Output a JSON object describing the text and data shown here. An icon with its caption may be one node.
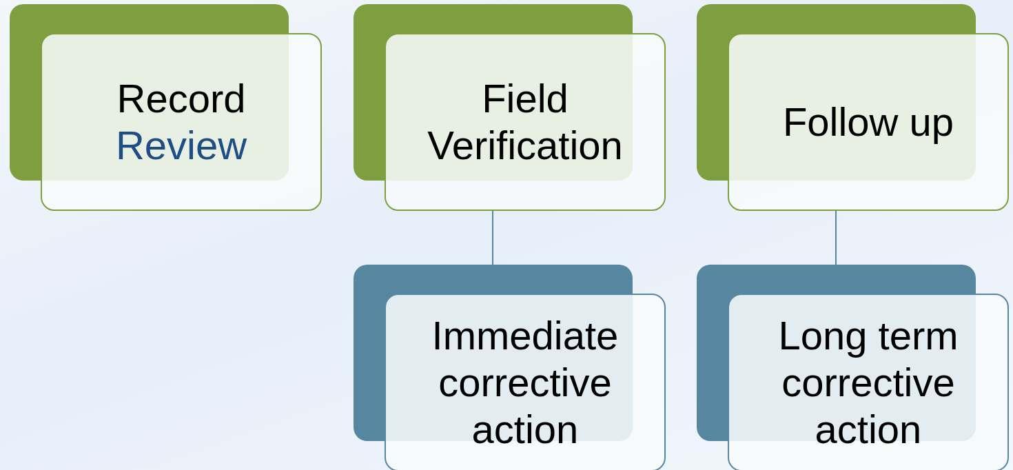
{
  "diagram": {
    "nodes": [
      {
        "text": [
          "Record",
          "Review"
        ]
      },
      {
        "text": [
          "Field Verification"
        ]
      },
      {
        "text": [
          "Follow up"
        ]
      },
      {
        "text": [
          "Immediate corrective action"
        ]
      },
      {
        "text": [
          "Long term corrective action"
        ]
      }
    ],
    "edges": [
      {
        "from": 1,
        "to": 3,
        "arrow": "none"
      },
      {
        "from": 2,
        "to": 4,
        "arrow": "none"
      }
    ]
  }
}
